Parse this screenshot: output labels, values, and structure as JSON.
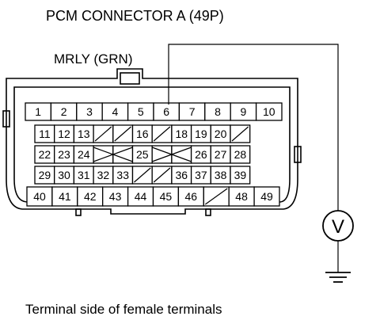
{
  "title": "PCM CONNECTOR A (49P)",
  "wire_label": "MRLY (GRN)",
  "caption": "Terminal side of female terminals",
  "meter_symbol": "V",
  "connector": {
    "rows": [
      [
        "1",
        "2",
        "3",
        "4",
        "5",
        "6",
        "7",
        "8",
        "9",
        "10"
      ],
      [
        "11",
        "12",
        "13",
        "",
        "",
        "16",
        "",
        "18",
        "19",
        "20",
        ""
      ],
      [
        "22",
        "23",
        "24",
        "",
        "",
        "25",
        "",
        "",
        "26",
        "27",
        "28"
      ],
      [
        "29",
        "30",
        "31",
        "32",
        "33",
        "",
        "",
        "36",
        "37",
        "38",
        "39"
      ],
      [
        "40",
        "41",
        "42",
        "43",
        "44",
        "45",
        "46",
        "",
        "48",
        "49"
      ]
    ],
    "probe_terminal": "6"
  }
}
